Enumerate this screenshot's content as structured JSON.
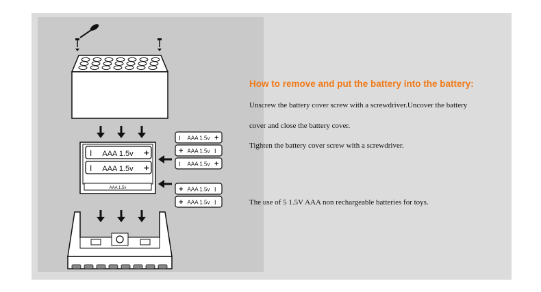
{
  "instructions": {
    "heading": "How to remove and put the battery into the battery:",
    "line1": "Unscrew the battery cover screw with a screwdriver.Uncover the battery",
    "line2": "cover and close the battery cover.",
    "line3": "Tighten the battery cover screw with a screwdriver.",
    "note": "The use of 5 1.5V AAA non rechargeable batteries for toys."
  },
  "diagram": {
    "battery_label": "AAA 1.5v",
    "compartment_label": "AAA 1.5v",
    "plus_sign": "+",
    "minus_sign": "I"
  }
}
